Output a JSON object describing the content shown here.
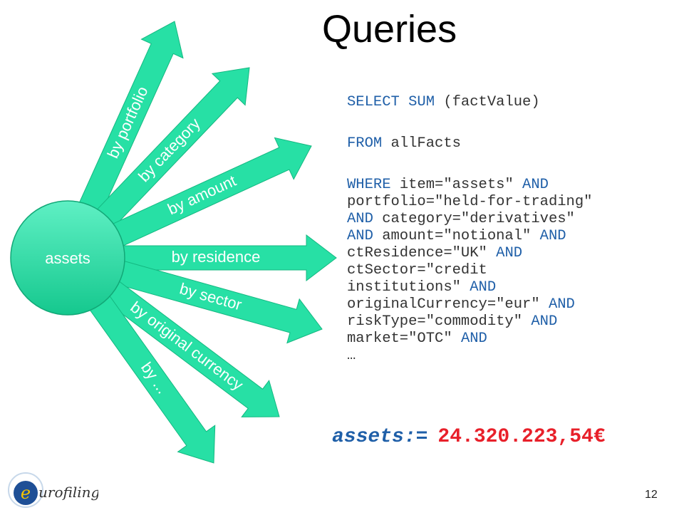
{
  "title": "Queries",
  "hub": {
    "label": "assets"
  },
  "branches": [
    {
      "label": "by portfolio"
    },
    {
      "label": "by category"
    },
    {
      "label": "by amount"
    },
    {
      "label": "by residence"
    },
    {
      "label": "by sector"
    },
    {
      "label": "by original currency"
    },
    {
      "label": "by ..."
    }
  ],
  "query": {
    "select_kw": "SELECT SUM",
    "select_rest": " (factValue)",
    "from_kw": "FROM",
    "from_rest": " allFacts",
    "where_kw": "WHERE",
    "where_rest": " item=\"assets\" ",
    "and": "AND",
    "l2": "portfolio=\"held-for-trading\"",
    "l3": " category=\"derivatives\"",
    "l4": " amount=\"notional\" ",
    "l5": "ctResidence=\"UK\" ",
    "l6": "ctSector=\"credit",
    "l7": "institutions\" ",
    "l8": "originalCurrency=\"eur\" ",
    "l9": "riskType=\"commodity\" ",
    "l10": "market=\"OTC\" ",
    "ellipsis": "…"
  },
  "result": {
    "label": "assets:=",
    "value": "24.320.223,54€"
  },
  "page_number": "12",
  "logo": {
    "text": "urofiling",
    "mark": "e"
  },
  "colors": {
    "arrow": "#27e0a5",
    "arrow_dark": "#14b881",
    "keyword": "#1f5fa8",
    "result_value": "#e8202a"
  }
}
